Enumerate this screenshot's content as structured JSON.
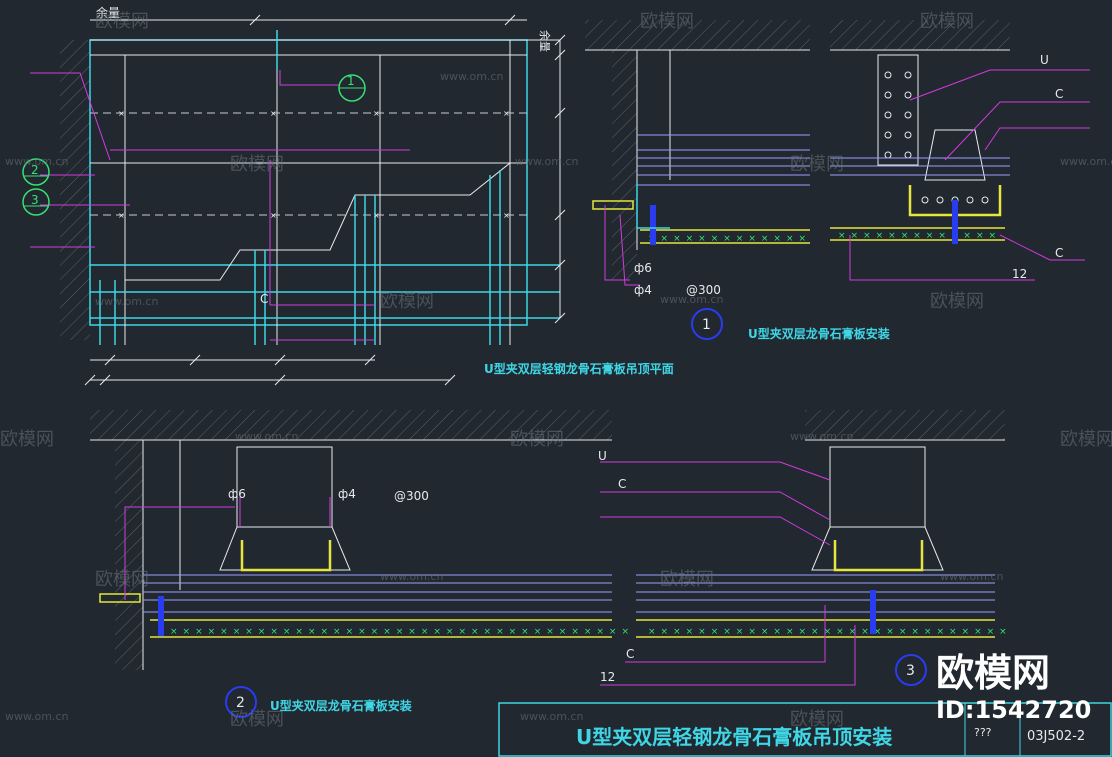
{
  "plan": {
    "margin_label": "余量",
    "margin_label_right": "余量",
    "callout_1": "1",
    "callout_2": "2",
    "callout_3": "3",
    "label_c": "C",
    "title": "U型夹双层轻钢龙骨石膏板吊顶平面"
  },
  "detail_1": {
    "label_u": "U",
    "label_c": "C",
    "label_c2": "C",
    "label_12": "12",
    "rod_6": "ф6",
    "rod_4": "ф4",
    "spacing": "@300",
    "number": "1",
    "title": "U型夹双层龙骨石膏板安装"
  },
  "detail_2": {
    "rod_6": "ф6",
    "rod_4": "ф4",
    "spacing": "@300",
    "label_u": "U",
    "label_c": "C",
    "number": "2",
    "title": "U型夹双层龙骨石膏板安装"
  },
  "detail_3": {
    "label_c": "C",
    "label_12": "12",
    "number": "3"
  },
  "title_block": {
    "main_title": "U型夹双层轻钢龙骨石膏板吊顶安装",
    "sheet_code": "???",
    "drawing_no": "03J502-2"
  },
  "watermark": {
    "site": "www.om.cn",
    "brand": "欧模网",
    "id_text": "ID:1542720"
  },
  "colors": {
    "background": "#212830",
    "cyan": "#3fd6e6",
    "magenta": "#d23adf",
    "white": "#e8eaec",
    "yellow": "#e6e63c",
    "green": "#38e070",
    "blue": "#2a3cf0"
  }
}
